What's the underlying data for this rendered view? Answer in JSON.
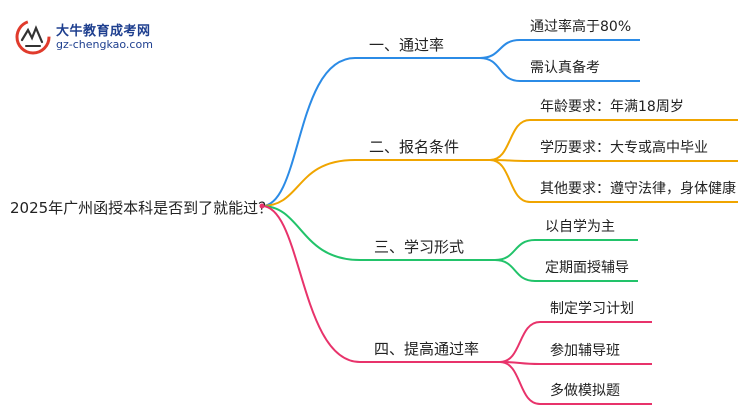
{
  "logo": {
    "title": "大牛教育成考网",
    "url": "gz-chengkao.com"
  },
  "root": {
    "label": "2025年广州函授本科是否到了就能过？"
  },
  "branches": [
    {
      "label": "一、通过率",
      "color": "#2b8be6",
      "children": [
        "通过率高于80%",
        "需认真备考"
      ]
    },
    {
      "label": "二、报名条件",
      "color": "#f0a500",
      "children": [
        "年龄要求：年满18周岁",
        "学历要求：大专或高中毕业",
        "其他要求：遵守法律，身体健康"
      ]
    },
    {
      "label": "三、学习形式",
      "color": "#22c36a",
      "children": [
        "以自学为主",
        "定期面授辅导"
      ]
    },
    {
      "label": "四、提高通过率",
      "color": "#e8336b",
      "children": [
        "制定学习计划",
        "参加辅导班",
        "多做模拟题"
      ]
    }
  ]
}
